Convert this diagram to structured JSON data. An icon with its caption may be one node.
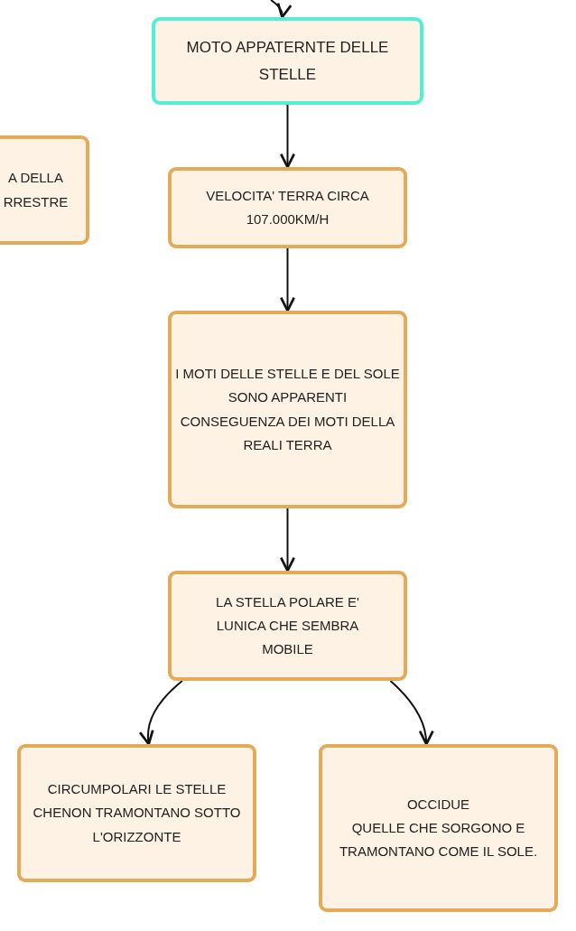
{
  "diagram": {
    "nodes": [
      {
        "text": [
          "MOTO APPATERNTE DELLE STELLE"
        ]
      },
      {
        "text": [
          "A DELLA RRESTRE"
        ]
      },
      {
        "text": [
          "VELOCITA' TERRA CIRCA 107.000KM/H"
        ]
      },
      {
        "text": [
          "I MOTI DELLE STELLE E DEL SOLE SONO APPARENTI CONSEGUENZA DEI MOTI DELLA REALI TERRA"
        ]
      },
      {
        "text": [
          "LA STELLA POLARE E' LUNICA CHE SEMBRA MOBILE"
        ]
      },
      {
        "text": [
          "CIRCUMPOLARI LE STELLE CHENON TRAMONTANO SOTTO L'ORIZZONTE"
        ]
      },
      {
        "text": [
          "OCCIDUE",
          "QUELLE CHE SORGONO E TRAMONTANO COME IL SOLE."
        ]
      }
    ],
    "edges": [
      {
        "from": null,
        "to": 0,
        "arrow": "to"
      },
      {
        "from": 0,
        "to": 2,
        "arrow": "to"
      },
      {
        "from": 2,
        "to": 3,
        "arrow": "to"
      },
      {
        "from": 3,
        "to": 4,
        "arrow": "to"
      },
      {
        "from": 4,
        "to": 5,
        "arrow": "to"
      },
      {
        "from": 4,
        "to": 6,
        "arrow": "to"
      }
    ]
  }
}
